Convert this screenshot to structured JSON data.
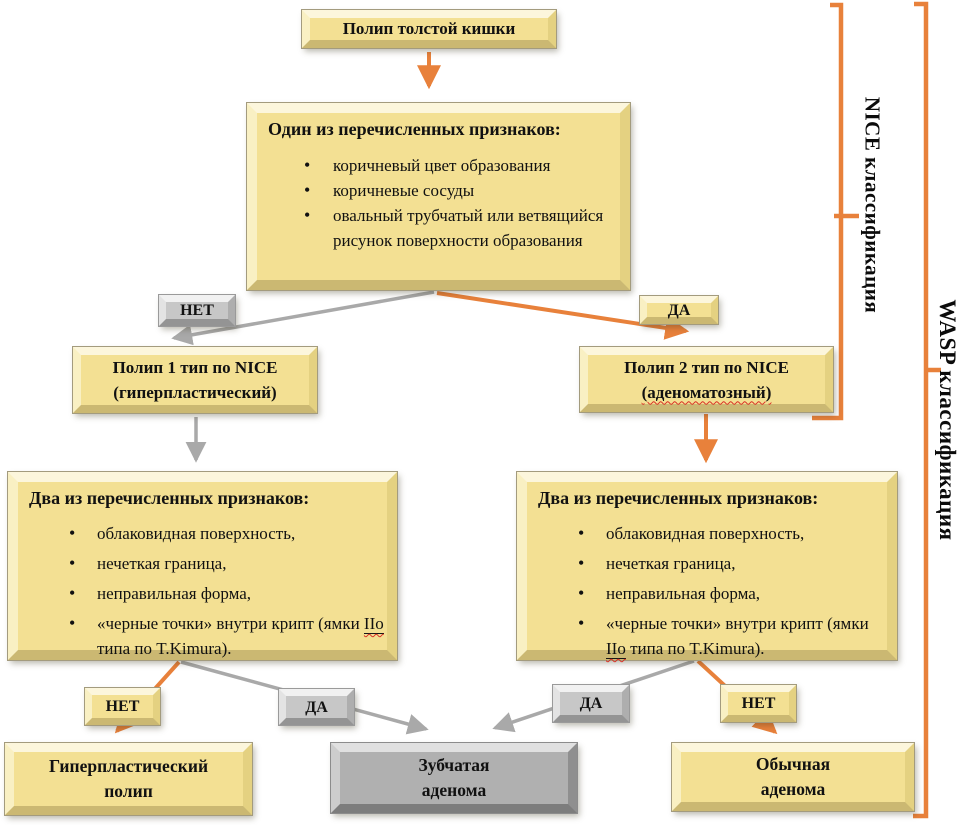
{
  "colors": {
    "accent_orange": "#E8813B",
    "connector_gray": "#A9A9A9",
    "box_yellow": "#F3E093",
    "box_gray": "#C7C7C7",
    "box_gray_dark": "#B0B0B0",
    "squiggle_red": "#D93025",
    "text": "#111111"
  },
  "flowchart": {
    "start": {
      "label": "Полип толстой кишки"
    },
    "criteria_one": {
      "title": "Один из перечисленных признаков:",
      "bullets": [
        "коричневый цвет образования",
        "коричневые сосуды",
        "овальный трубчатый или ветвящийся рисунок поверхности образования"
      ]
    },
    "branch_top": {
      "no": "НЕТ",
      "yes": "ДА"
    },
    "nice_type1": {
      "line1": "Полип 1 тип по NICE",
      "line2": "(гиперпластический)"
    },
    "nice_type2": {
      "line1": "Полип 2 тип по NICE",
      "line2": "(аденоматозный)"
    },
    "criteria_left": {
      "title": "Два из перечисленных признаков:",
      "bullets": [
        "облаковидная поверхность,",
        "нечеткая граница,",
        "неправильная форма,"
      ],
      "bullet4": {
        "pre": "«черные точки» внутри крипт (ямки ",
        "marked": "IIо",
        "post": " типа по T.Kimura)."
      }
    },
    "criteria_right": {
      "title": "Два из перечисленных признаков:",
      "bullets": [
        "облаковидная поверхность,",
        "нечеткая граница,",
        "неправильная форма,"
      ],
      "bullet4": {
        "pre": "«черные точки» внутри крипт (ямки ",
        "marked": "IIо",
        "post": " типа по T.Kimura)."
      }
    },
    "branch_bottom_left": {
      "no": "НЕТ",
      "yes": "ДА"
    },
    "branch_bottom_right": {
      "yes": "ДА",
      "no": "НЕТ"
    },
    "result_hyperplastic": {
      "line1": "Гиперпластический",
      "line2": "полип"
    },
    "result_serrated": {
      "line1": "Зубчатая",
      "line2": "аденома"
    },
    "result_conventional": {
      "line1": "Обычная",
      "line2": "аденома"
    }
  },
  "side_labels": {
    "nice": "NICE классификация",
    "wasp": "WASP классификация"
  }
}
